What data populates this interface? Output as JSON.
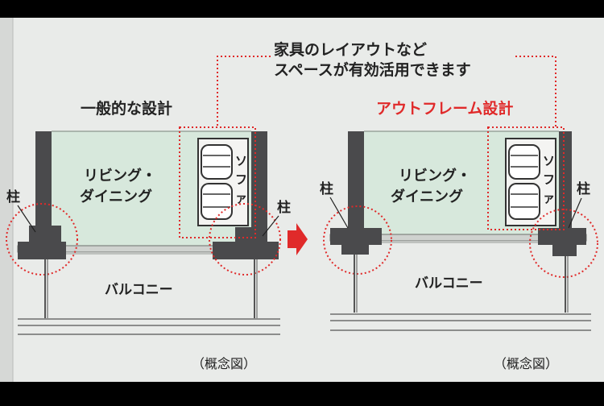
{
  "annotation": {
    "line1": "家具のレイアウトなど",
    "line2": "スペースが有効活用できます"
  },
  "left_panel": {
    "title": "一般的な設計",
    "room_line1": "リビング・",
    "room_line2": "ダイニング",
    "pillar_left": "柱",
    "pillar_right": "柱",
    "sofa_line1": "ソ",
    "sofa_line2": "フ",
    "sofa_line3": "ァ",
    "balcony": "バルコニー",
    "caption": "（概念図）"
  },
  "right_panel": {
    "title": "アウトフレーム設計",
    "room_line1": "リビング・",
    "room_line2": "ダイニング",
    "pillar_left": "柱",
    "pillar_right": "柱",
    "sofa_line1": "ソ",
    "sofa_line2": "フ",
    "sofa_line3": "ァ",
    "balcony": "バルコニー",
    "caption": "（概念図）"
  },
  "colors": {
    "paper": "#e9ebe9",
    "room_fill": "#d7e8dc",
    "pillar": "#4a4a4c",
    "accent_red": "#e02a2a",
    "text": "#222222"
  }
}
